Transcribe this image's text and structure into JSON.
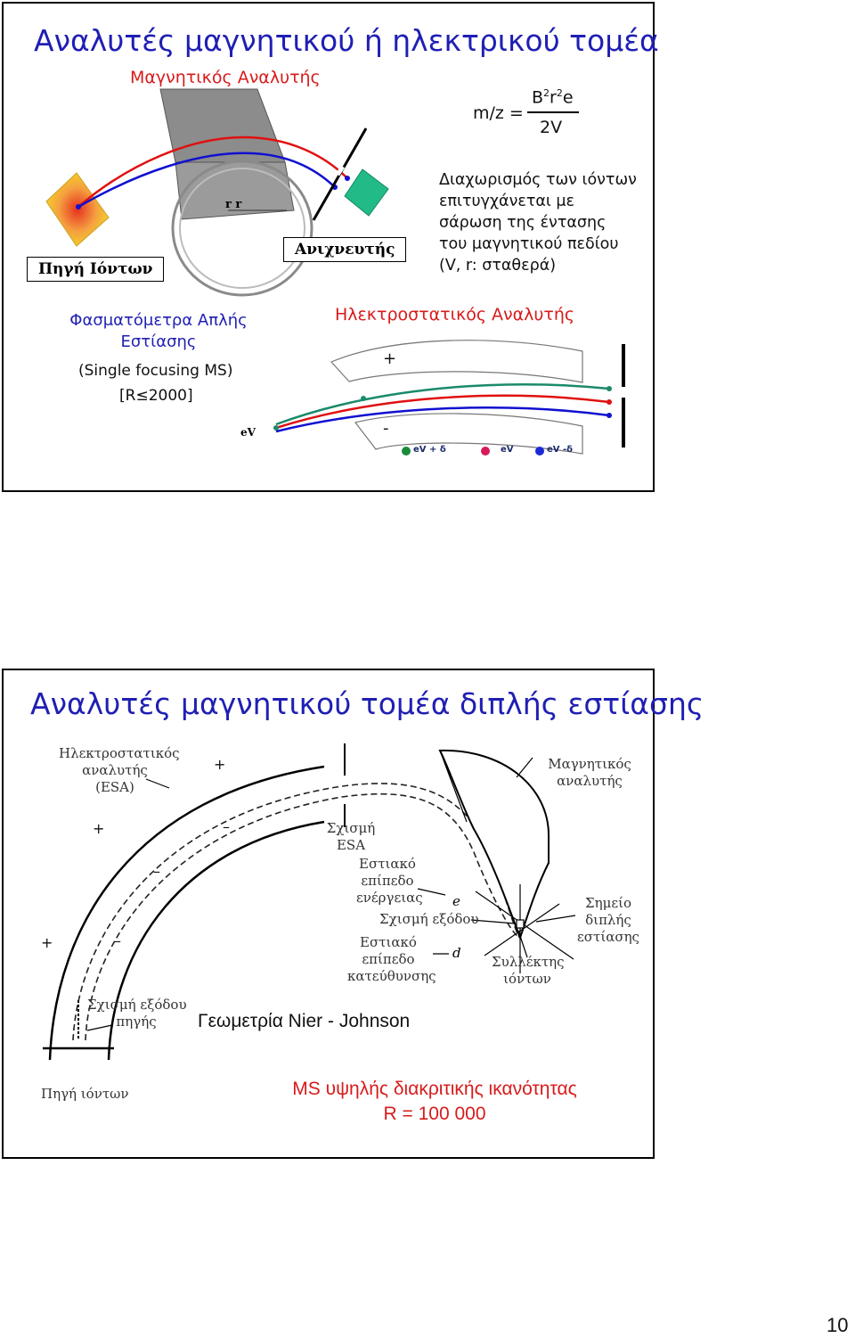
{
  "slide1": {
    "title": "Αναλυτές μαγνητικού ή ηλεκτρικού τομέα",
    "magnetic_analyzer_label": "Μαγνητικός Αναλυτής",
    "formula_lhs": "m/z =",
    "formula_num_b": "B",
    "formula_num_sup1": "2",
    "formula_num_r": "r",
    "formula_num_sup2": "2",
    "formula_num_e": "e",
    "formula_den": "2V",
    "radius_label": "r r",
    "ion_source_label": "Πηγή Ιόντων",
    "detector_label": "Ανιχνευτής",
    "description_lines": [
      "Διαχωρισμός των ιόντων",
      "επιτυγχάνεται με",
      "σάρωση της έντασης",
      "του μαγνητικού πεδίου",
      "(V, r: σταθερά)"
    ],
    "single_focus_line1": "Φασματόμετρα Απλής",
    "single_focus_line2": "Εστίασης",
    "single_focus_en": "(Single focusing MS)",
    "resolution_prefix": "[R",
    "resolution_symbol": "≤",
    "resolution_value": "2000]",
    "electrostatic_label": "Ηλεκτροστατικός Αναλυτής",
    "plus_sign": "+",
    "minus_sign": "-",
    "ev_label": "eV",
    "legend": [
      {
        "label": "eV + δ",
        "color": "#1a8a3a"
      },
      {
        "label": "eV",
        "color": "#d61a5a"
      },
      {
        "label": "eV -δ",
        "color": "#1a2ad6"
      }
    ]
  },
  "slide2": {
    "title": "Αναλυτές μαγνητικού τομέα διπλής εστίασης",
    "esa_label": [
      "Ηλεκτροστατικός",
      "αναλυτής",
      "(ESA)"
    ],
    "magnetic_label": [
      "Μαγνητικός",
      "αναλυτής"
    ],
    "esa_slit_label": [
      "Σχισμή",
      "ESA"
    ],
    "energy_focal_plane": [
      "Εστιακό",
      "επίπεδο",
      "ενέργειας"
    ],
    "e_label": "e",
    "exit_slit_label": "Σχισμή εξόδου",
    "double_focus_point": [
      "Σημείο",
      "διπλής",
      "εστίασης"
    ],
    "direction_focal_plane": [
      "Εστιακό",
      "επίπεδο",
      "κατεύθυνσης"
    ],
    "d_label": "d",
    "ion_collector": [
      "Συλλέκτης",
      "ιόντων"
    ],
    "source_exit_slit": [
      "Σχισμή εξόδου",
      "πηγής"
    ],
    "ion_source": "Πηγή ιόντων",
    "geometry_label": "Γεωμετρία Nier - Johnson",
    "high_res_line": "MS υψηλής διακριτικής ικανότητας",
    "high_res_value": "R = 100 000",
    "plus_sign": "+",
    "minus_sign": "–"
  },
  "page_number": "10"
}
